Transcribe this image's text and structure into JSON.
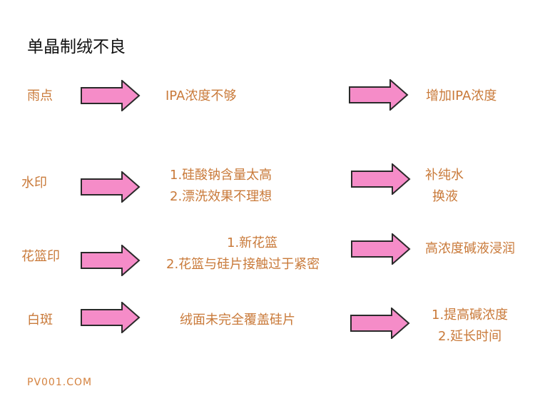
{
  "title": "单晶制绒不良",
  "rows": [
    {
      "defect": "雨点",
      "cause": [
        "IPA浓度不够"
      ],
      "solution": [
        "增加IPA浓度"
      ]
    },
    {
      "defect": "水印",
      "cause": [
        "1.硅酸钠含量太高",
        "2.漂洗效果不理想"
      ],
      "solution": [
        "补纯水",
        "换液"
      ]
    },
    {
      "defect": "花篮印",
      "cause": [
        "1.新花篮",
        "2.花篮与硅片接触过于紧密"
      ],
      "solution": [
        "高浓度碱液浸润"
      ]
    },
    {
      "defect": "白斑",
      "cause": [
        "绒面未完全覆盖硅片"
      ],
      "solution": [
        "1.提高碱浓度",
        "2.延长时间"
      ]
    }
  ],
  "watermark": "PV001.COM",
  "colors": {
    "text": "#c97a3a",
    "arrow_fill": "#f58cc8",
    "arrow_stroke": "#2a2a2a"
  },
  "icons": {
    "arrow": "right-arrow-icon"
  }
}
